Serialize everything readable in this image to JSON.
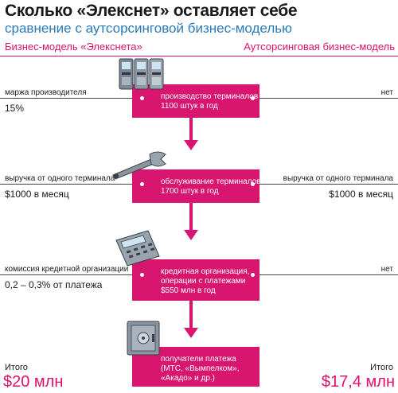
{
  "header": {
    "title": "Сколько «Элекснет» оставляет себе",
    "subtitle": "сравнение с аутсорсинговой бизнес-моделью"
  },
  "models": {
    "left": "Бизнес-модель «Элекснета»",
    "right": "Аутсорсинговая бизнес-модель"
  },
  "steps": [
    {
      "icon": "terminals-icon",
      "lines": [
        "производство терминалов",
        "1100 штук в год"
      ],
      "left_label": "маржа производителя",
      "left_value": "15%",
      "right_label": "нет",
      "right_value": ""
    },
    {
      "icon": "wrench-icon",
      "lines": [
        "обслуживание терминалов",
        "1700 штук в год"
      ],
      "left_label": "выручка от одного терминала",
      "left_value": "$1000 в месяц",
      "right_label": "выручка от одного терминала",
      "right_value": "$1000 в месяц"
    },
    {
      "icon": "calculator-icon",
      "lines": [
        "кредитная организация,",
        "операции с платежами",
        "$550 млн в год"
      ],
      "left_label": "комиссия кредитной организации",
      "left_value": "0,2 – 0,3% от платежа",
      "right_label": "нет",
      "right_value": ""
    },
    {
      "icon": "safe-icon",
      "lines": [
        "получатели платежа",
        "(МТС, «Вымпелком»,",
        "«Акадо» и др.)"
      ]
    }
  ],
  "totals": {
    "left_label": "Итого",
    "left_value": "$20 млн",
    "right_label": "Итого",
    "right_value": "$17,4 млн"
  },
  "colors": {
    "accent": "#d8166f",
    "subtitle": "#2a7ab8"
  }
}
